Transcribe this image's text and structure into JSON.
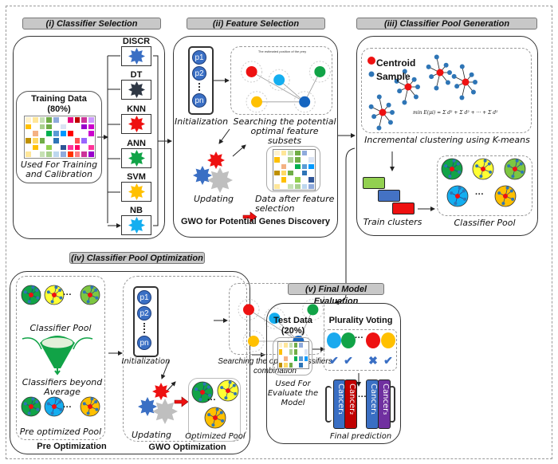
{
  "sections": {
    "s1": {
      "title": "(i) Classifier Selection",
      "training_title": "Training Data",
      "training_pct": "(80%)",
      "training_caption": "Used For Training and Calibration",
      "classifiers": [
        {
          "label": "DISCR",
          "color": "#3a6fc4"
        },
        {
          "label": "DT",
          "color": "#2e3744"
        },
        {
          "label": "KNN",
          "color": "#ee1111"
        },
        {
          "label": "ANN",
          "color": "#11a347"
        },
        {
          "label": "SVM",
          "color": "#ffc000"
        },
        {
          "label": "NB",
          "color": "#14aef0"
        }
      ]
    },
    "s2": {
      "title": "(ii) Feature Selection",
      "init": "Initialization",
      "search": "Searching the potential optimal feature subsets",
      "updating": "Updating",
      "after": "Data after feature selection",
      "footer": "GWO for Potential Genes Discovery",
      "particles": [
        "p1",
        "p2",
        "pn"
      ],
      "search_caption": "The estimated position of the prey"
    },
    "s3": {
      "title": "(iii) Classifier Pool  Generation",
      "centroid": "Centroid",
      "sample": "Sample",
      "formula": "min E(μi) = Σ d² + Σ d² + ··· + Σ d²",
      "clustering": "Incremental clustering using K-means",
      "train": "Train clusters",
      "pool": "Classifier Pool",
      "pool_colors": [
        "#11a347",
        "#ffff33",
        "#7dc641",
        "#14aef0",
        "#ffc000"
      ]
    },
    "s4": {
      "title": "(iv) Classifier Pool  Optimization",
      "pool": "Classifier Pool",
      "beyond": "Classifiers beyond Average",
      "preopt_pool": "Pre optimized Pool",
      "pre": "Pre Optimization",
      "init": "Initialization",
      "search": "Searching the optimal classifiers combination",
      "updating": "Updating",
      "opt_pool": "Optimized Pool",
      "gwo": "GWO Optimization",
      "particles": [
        "p1",
        "p2",
        "pn"
      ]
    },
    "s5": {
      "title": "(v) Final Model Evaluation",
      "test_title": "Test Data",
      "test_pct": "(20%)",
      "test_caption": "Used For Evaluate the Model",
      "voting": "Plurality Voting",
      "final": "Final prediction",
      "voters": [
        {
          "color": "#1aa9ee",
          "vote": "✔"
        },
        {
          "color": "#11a347",
          "vote": "✔"
        },
        {
          "color": "#ee1111",
          "vote": "✖"
        },
        {
          "color": "#ffc000",
          "vote": "✔"
        }
      ],
      "cancers": [
        {
          "label": "Cancer₁",
          "color": "#3a6fc4"
        },
        {
          "label": "Cancer₂",
          "color": "#c00000"
        },
        {
          "label": "Cancer₁",
          "color": "#3a6fc4"
        },
        {
          "label": "Cancer₃",
          "color": "#7030a0"
        }
      ]
    },
    "ellipsis": "···"
  },
  "heat": [
    "#fff2cc",
    "#ffe699",
    "#c6e0b4",
    "#70ad47",
    "#8faadc",
    "#fff",
    "#e6007e",
    "#c00000",
    "#cc3399",
    "#cc99ff",
    "#ffc000",
    "#fff",
    "#a9d08e",
    "#70ad47",
    "#fff",
    "#dae3f3",
    "#fff",
    "#fff",
    "#9900cc",
    "#cc00cc",
    "#fff",
    "#f4b183",
    "#fff",
    "#00b050",
    "#5b9bd5",
    "#0099ff",
    "#ff0000",
    "#fff",
    "#fff",
    "#cc00cc",
    "#bf9000",
    "#ffd966",
    "#70ad47",
    "#fff",
    "#2e75b6",
    "#fff",
    "#fff",
    "#ff5050",
    "#9966ff",
    "#fff",
    "#fff",
    "#ffc000",
    "#fff",
    "#92d050",
    "#fff",
    "#2f5597",
    "#ff3399",
    "#ff0066",
    "#fff",
    "#ff3399",
    "#ffe699",
    "#fff",
    "#c6e0b4",
    "#a9d08e",
    "#bdd7ee",
    "#8faadc",
    "#ff3300",
    "#ff7c80",
    "#cc3399",
    "#9900cc"
  ]
}
